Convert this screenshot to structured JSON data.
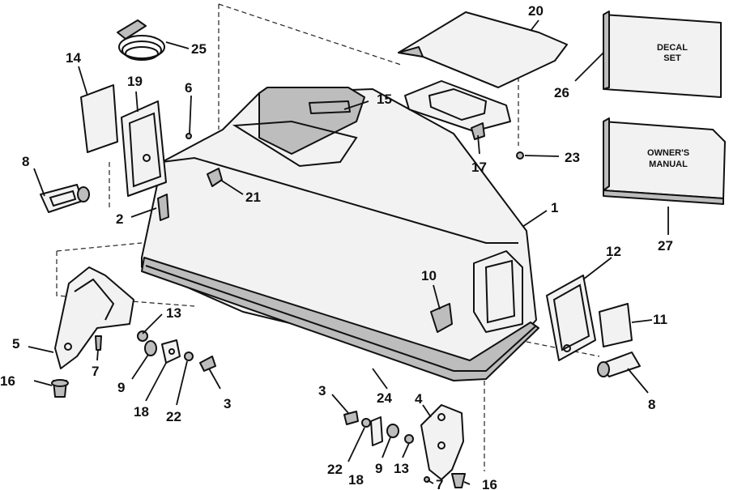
{
  "callouts": {
    "c1": "1",
    "c2": "2",
    "c3a": "3",
    "c3b": "3",
    "c4": "4",
    "c5": "5",
    "c6": "6",
    "c7a": "7",
    "c7b": "7",
    "c8a": "8",
    "c8b": "8",
    "c9a": "9",
    "c9b": "9",
    "c10": "10",
    "c11": "11",
    "c12": "12",
    "c13a": "13",
    "c13b": "13",
    "c14": "14",
    "c15": "15",
    "c16a": "16",
    "c16b": "16",
    "c17": "17",
    "c18a": "18",
    "c18b": "18",
    "c19": "19",
    "c20": "20",
    "c21": "21",
    "c22a": "22",
    "c22b": "22",
    "c23": "23",
    "c24": "24",
    "c25": "25",
    "c26": "26",
    "c27": "27"
  },
  "decal_box": {
    "line1": "DECAL",
    "line2": "SET"
  },
  "manual_box": {
    "line1": "OWNER'S",
    "line2": "MANUAL"
  }
}
